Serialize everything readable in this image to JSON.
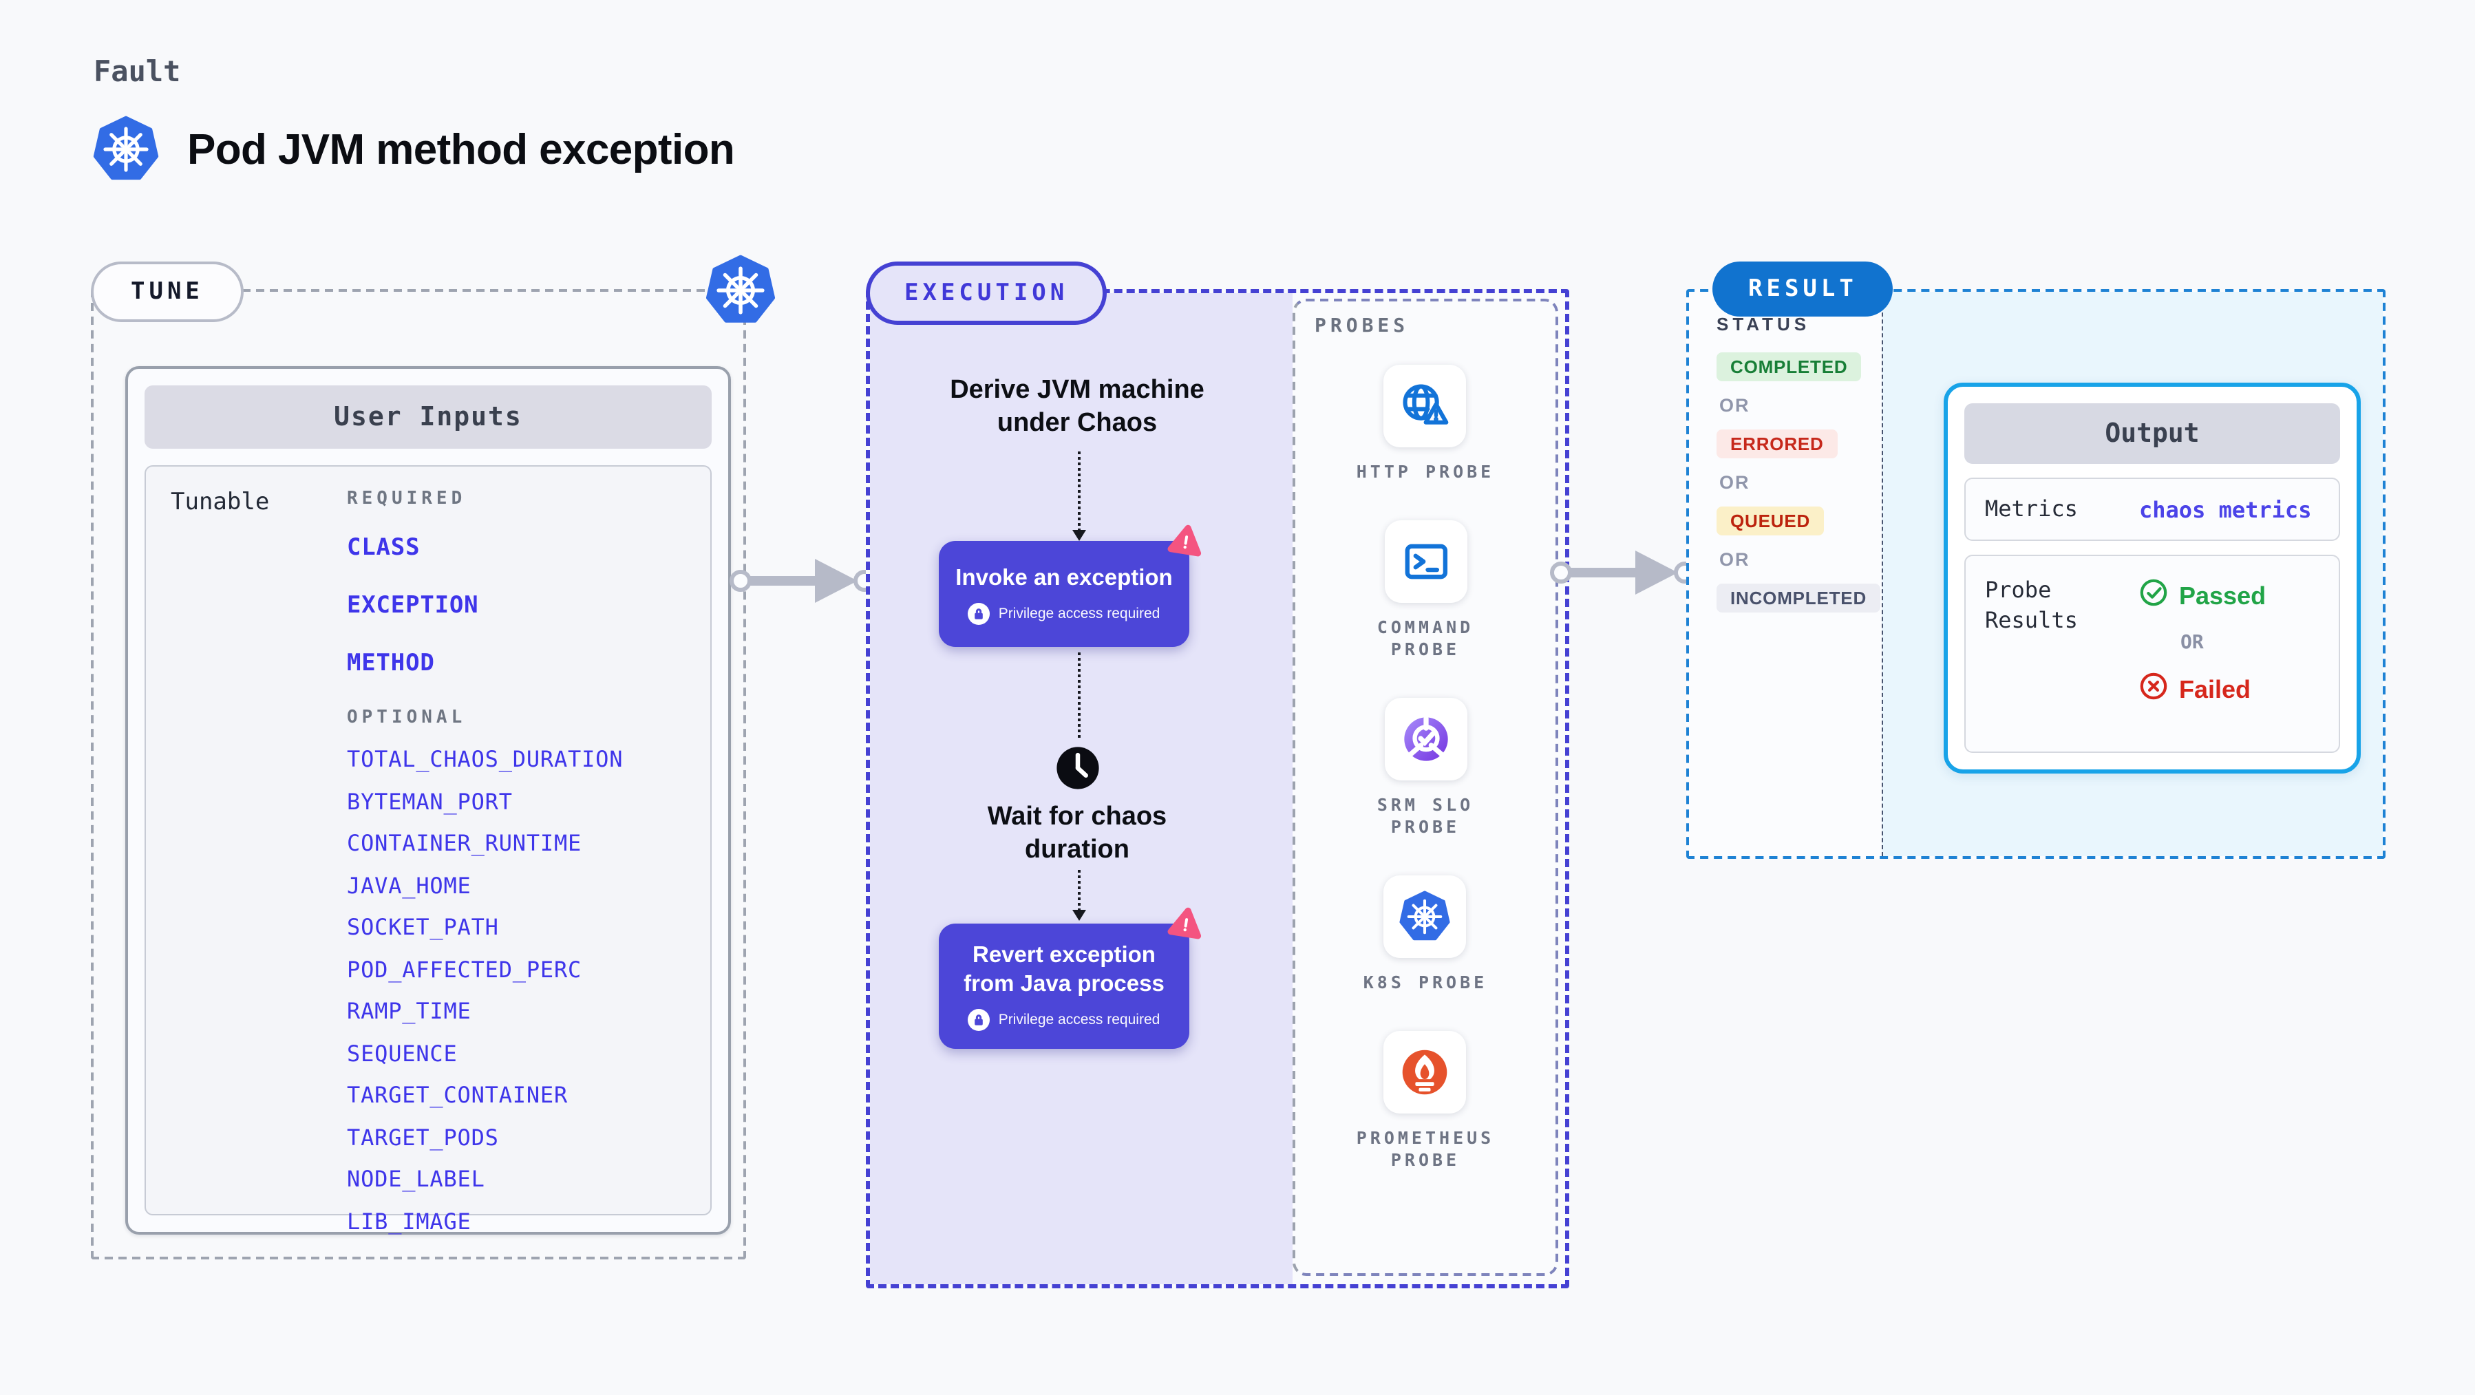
{
  "page": {
    "background": "#F8F9FB"
  },
  "header": {
    "kicker": "Fault",
    "title": "Pod JVM method exception",
    "logo_icon": "kubernetes-icon"
  },
  "tune": {
    "pill": "TUNE",
    "corner_icon": "kubernetes-icon",
    "user_inputs": {
      "title": "User Inputs",
      "row_label": "Tunable",
      "sections": [
        {
          "heading": "REQUIRED",
          "style": "required",
          "items": [
            "CLASS",
            "EXCEPTION",
            "METHOD"
          ]
        },
        {
          "heading": "OPTIONAL",
          "style": "optional",
          "items": [
            "TOTAL_CHAOS_DURATION",
            "BYTEMAN_PORT",
            "CONTAINER_RUNTIME",
            "JAVA_HOME",
            "SOCKET_PATH",
            "POD_AFFECTED_PERC",
            "RAMP_TIME",
            "SEQUENCE",
            "TARGET_CONTAINER",
            "TARGET_PODS",
            "NODE_LABEL",
            "LIB_IMAGE"
          ]
        }
      ]
    }
  },
  "execution": {
    "pill": "EXECUTION",
    "steps": {
      "derive": {
        "lines": [
          "Derive JVM machine",
          "under Chaos"
        ]
      },
      "invoke": {
        "title": "Invoke an exception",
        "badge": "Privilege access required",
        "badge_icon": "lock-icon",
        "corner_icon": "litmus-icon"
      },
      "wait": {
        "lines": [
          "Wait for chaos",
          "duration"
        ],
        "icon": "clock-icon"
      },
      "revert": {
        "title_lines": [
          "Revert exception",
          "from Java process"
        ],
        "badge": "Privilege access required",
        "badge_icon": "lock-icon",
        "corner_icon": "litmus-icon"
      }
    }
  },
  "probes": {
    "heading": "PROBES",
    "items": [
      {
        "icon": "globe-warning-icon",
        "label_lines": [
          "HTTP PROBE"
        ]
      },
      {
        "icon": "terminal-icon",
        "label_lines": [
          "COMMAND",
          "PROBE"
        ]
      },
      {
        "icon": "slo-gauge-icon",
        "label_lines": [
          "SRM SLO",
          "PROBE"
        ]
      },
      {
        "icon": "kubernetes-icon",
        "label_lines": [
          "K8S PROBE"
        ]
      },
      {
        "icon": "prometheus-icon",
        "label_lines": [
          "PROMETHEUS",
          "PROBE"
        ]
      }
    ]
  },
  "result": {
    "pill": "RESULT",
    "status_heading": "STATUS",
    "separator": "OR",
    "statuses": [
      {
        "label": "COMPLETED",
        "fg": "#177E36",
        "bg": "#DCF2DE"
      },
      {
        "label": "ERRORED",
        "fg": "#C6281B",
        "bg": "#FCE9E7"
      },
      {
        "label": "QUEUED",
        "fg": "#BC230E",
        "bg": "#FBF0C8"
      },
      {
        "label": "INCOMPLETED",
        "fg": "#49516B",
        "bg": "#ECEDF3"
      }
    ],
    "output": {
      "title": "Output",
      "metrics_label": "Metrics",
      "metrics_value": "chaos metrics",
      "probe_results_label_lines": [
        "Probe",
        "Results"
      ],
      "passed": "Passed",
      "or": "OR",
      "failed": "Failed",
      "passed_icon": "check-circle-icon",
      "failed_icon": "x-circle-icon"
    }
  },
  "colors": {
    "kubernetes_blue": "#326CE5",
    "node_indigo": "#4C46D8",
    "execution_lavender": "#E5E4F9",
    "execution_border": "#4541D3",
    "tune_border": "#9EA4B0",
    "result_border": "#1E82D4",
    "result_fill": "#E9F6FD",
    "output_border": "#18A3E8",
    "arrow_gray": "#B6BAC8",
    "litmus_pink": "#F45480",
    "probe_icon_blue": "#1273D8",
    "prometheus_orange": "#E6522C",
    "slo_purple": "#7C3AED",
    "input_item_blue": "#3E35EA",
    "passed_green": "#21A447",
    "failed_red": "#D6271C"
  }
}
